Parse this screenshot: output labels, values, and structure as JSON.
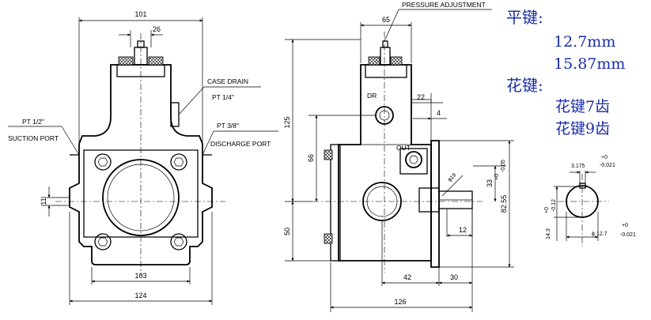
{
  "front_view": {
    "dims": {
      "width_top": "101",
      "shaft_26": "26",
      "bolt_103": "103",
      "width_124": "124",
      "height_11": "11"
    },
    "labels": {
      "case_drain": "CASE DRAIN",
      "case_drain_size": "PT 1/4\"",
      "suction_size": "PT 1/2\"",
      "suction_port": "SUCTION PORT",
      "discharge_size": "PT 3/8\"",
      "discharge_port": "DISCHARGE PORT"
    }
  },
  "side_view": {
    "labels": {
      "pressure_adjustment": "PRESSURE ADJUSTMENT",
      "dr": "DR",
      "out": "OUT"
    },
    "dims": {
      "d65": "65",
      "d22": "22",
      "d4": "4",
      "d125": "125",
      "d66": "66",
      "d19": "19",
      "d33": "33",
      "tol33_upper": "+0",
      "tol33_lower": "-0.05",
      "d8255": "82.55",
      "d50": "50",
      "d12": "12",
      "d42": "42",
      "d30": "30",
      "d126": "126"
    }
  },
  "key_detail": {
    "dims": {
      "d3175": "3.175",
      "tol3175_upper": "+0",
      "tol3175_lower": "-0.021",
      "d143": "14.3",
      "tol143_upper": "+0",
      "tol143_lower": "-0.12",
      "d127": "12.7",
      "tol127_upper": "+0",
      "tol127_lower": "-0.021",
      "phi": "ϕ"
    }
  },
  "chinese_notes": {
    "flat_key_label": "平键:",
    "flat_key_1": "12.7mm",
    "flat_key_2": "15.87mm",
    "spline_label": "花键:",
    "spline_1": "花键7齿",
    "spline_2": "花键9齿"
  }
}
